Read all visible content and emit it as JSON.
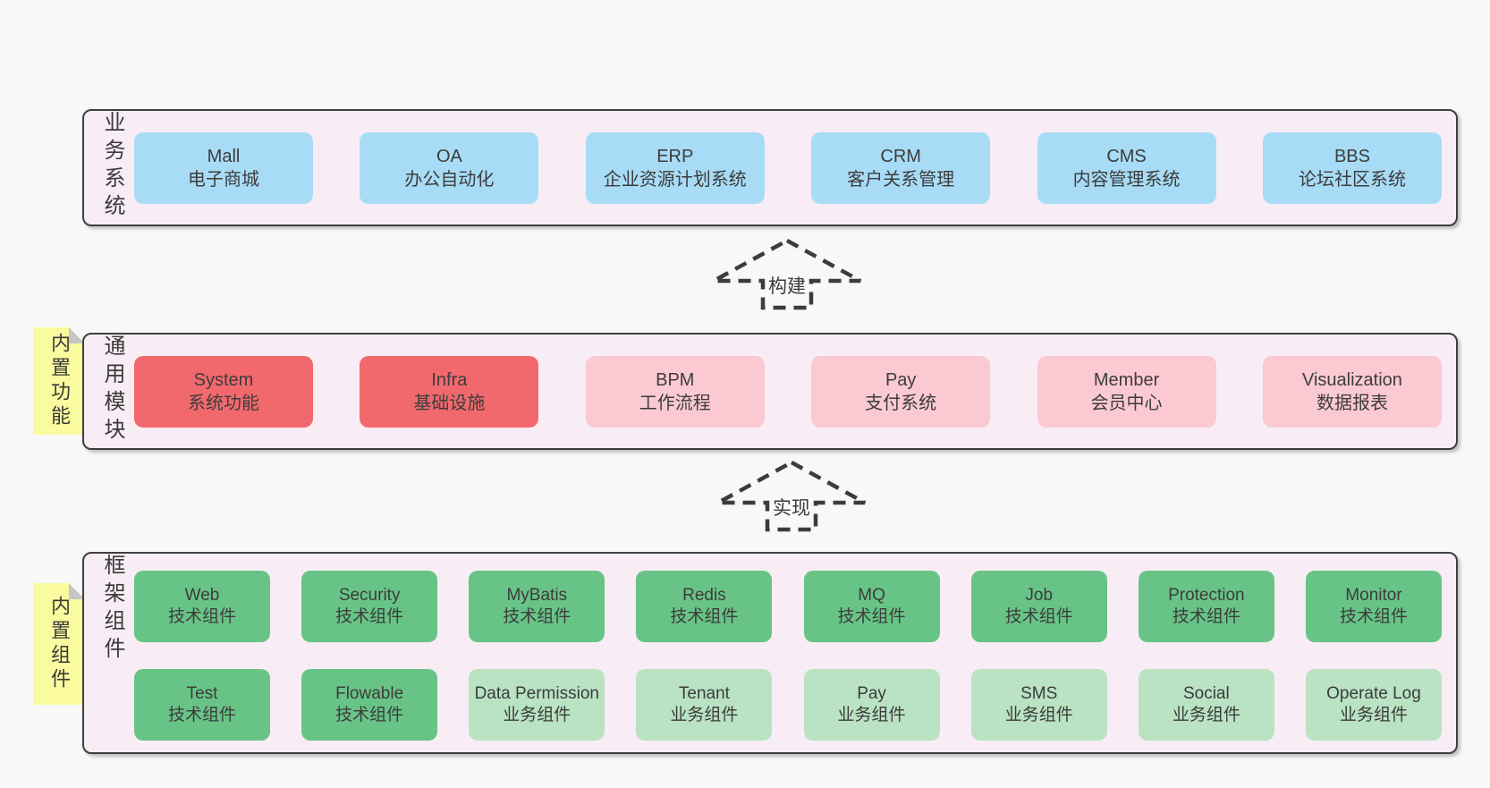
{
  "layers": {
    "business": {
      "side_label": "业务系统",
      "items": [
        {
          "name": "Mall",
          "desc": "电子商城"
        },
        {
          "name": "OA",
          "desc": "办公自动化"
        },
        {
          "name": "ERP",
          "desc": "企业资源计划系统"
        },
        {
          "name": "CRM",
          "desc": "客户关系管理"
        },
        {
          "name": "CMS",
          "desc": "内容管理系统"
        },
        {
          "name": "BBS",
          "desc": "论坛社区系统"
        }
      ]
    },
    "modules": {
      "side_label": "通用模块",
      "tab": "内置功能",
      "items": [
        {
          "name": "System",
          "desc": "系统功能"
        },
        {
          "name": "Infra",
          "desc": "基础设施"
        },
        {
          "name": "BPM",
          "desc": "工作流程"
        },
        {
          "name": "Pay",
          "desc": "支付系统"
        },
        {
          "name": "Member",
          "desc": "会员中心"
        },
        {
          "name": "Visualization",
          "desc": "数据报表"
        }
      ]
    },
    "framework": {
      "side_label": "框架组件",
      "tab": "内置组件",
      "row1": [
        {
          "name": "Web",
          "desc": "技术组件"
        },
        {
          "name": "Security",
          "desc": "技术组件"
        },
        {
          "name": "MyBatis",
          "desc": "技术组件"
        },
        {
          "name": "Redis",
          "desc": "技术组件"
        },
        {
          "name": "MQ",
          "desc": "技术组件"
        },
        {
          "name": "Job",
          "desc": "技术组件"
        },
        {
          "name": "Protection",
          "desc": "技术组件"
        },
        {
          "name": "Monitor",
          "desc": "技术组件"
        }
      ],
      "row2": [
        {
          "name": "Test",
          "desc": "技术组件"
        },
        {
          "name": "Flowable",
          "desc": "技术组件"
        },
        {
          "name": "Data Permission",
          "desc": "业务组件"
        },
        {
          "name": "Tenant",
          "desc": "业务组件"
        },
        {
          "name": "Pay",
          "desc": "业务组件"
        },
        {
          "name": "SMS",
          "desc": "业务组件"
        },
        {
          "name": "Social",
          "desc": "业务组件"
        },
        {
          "name": "Operate Log",
          "desc": "业务组件"
        }
      ]
    }
  },
  "arrows": [
    {
      "label": "构建"
    },
    {
      "label": "实现"
    }
  ],
  "colors": {
    "page_bg": "#f8f8f8",
    "panel_bg": "#f8edf5",
    "panel_border": "#3f3f3f",
    "box_blue": "#a8dcf6",
    "box_red": "#f2696d",
    "box_pink": "#fbc9d2",
    "box_green": "#68c486",
    "box_green_light": "#b9e3c3",
    "tab_yellow": "#fafa9e"
  }
}
